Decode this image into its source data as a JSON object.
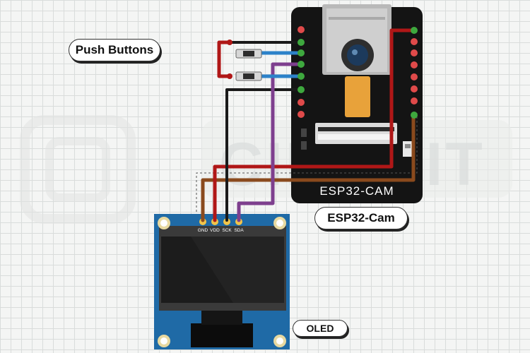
{
  "watermark": {
    "text": "CIRCUIT"
  },
  "labels": {
    "push_buttons": "Push Buttons",
    "esp32_cam": "ESP32-Cam",
    "oled": "OLED"
  },
  "esp32": {
    "board_title": "ESP32-CAM",
    "left_pins": [
      "",
      "",
      "",
      "",
      "",
      "",
      "",
      "",
      "",
      "",
      "",
      ""
    ],
    "right_pins": [
      "",
      "",
      "",
      "",
      "",
      "",
      "",
      "",
      ""
    ]
  },
  "oled": {
    "pins": [
      "GND",
      "VDD",
      "SCK",
      "SDA"
    ]
  },
  "colors": {
    "board": "#141414",
    "pcb_oled": "#1f6aa6",
    "screen": "#1c1c1c",
    "pad": "#e04a4a",
    "pad_green": "#3ea83e",
    "wire_red": "#b01717",
    "wire_brown": "#8a4a1d",
    "wire_black": "#1a1a1a",
    "wire_purple": "#7e3f8e",
    "wire_blue": "#2c82c9"
  }
}
